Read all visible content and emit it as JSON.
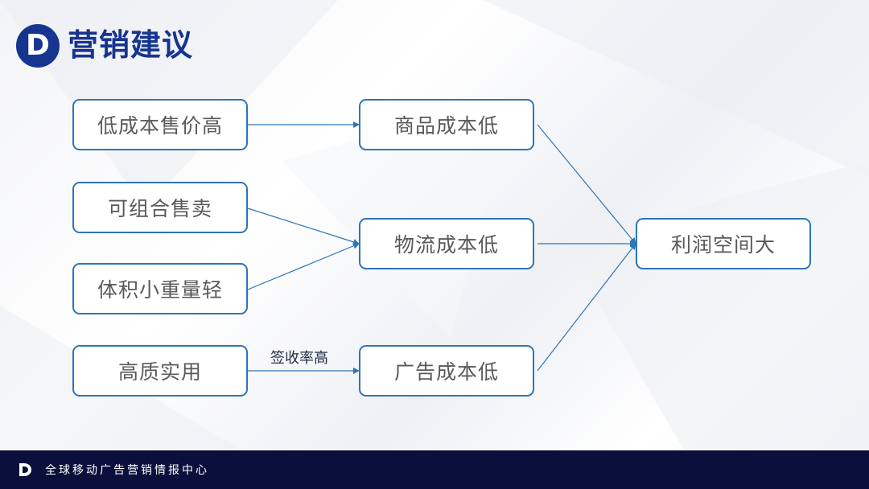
{
  "header": {
    "title": "营销建议",
    "logo_letter": "D"
  },
  "diagram": {
    "nodes": {
      "n1": "低成本售价高",
      "n2": "可组合售卖",
      "n3": "体积小重量轻",
      "n4": "高质实用",
      "m1": "商品成本低",
      "m2": "物流成本低",
      "m3": "广告成本低",
      "r1": "利润空间大"
    },
    "edge_label": "签收率高",
    "colors": {
      "node_border": "#2e75b6",
      "arrow": "#2e75b6",
      "title": "#16358f"
    }
  },
  "footer": {
    "text": "全球移动广告营销情报中心",
    "background": "#0b0f3b"
  }
}
